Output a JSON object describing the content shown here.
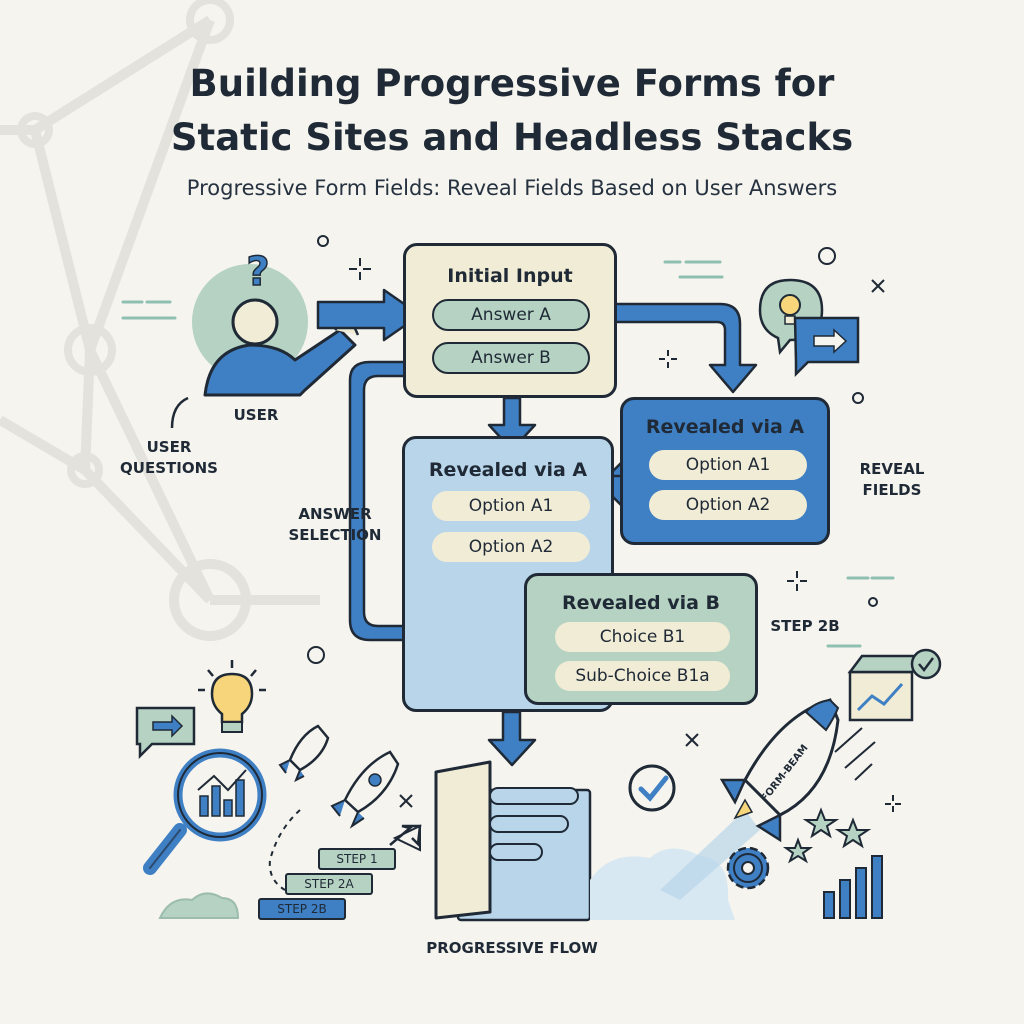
{
  "header": {
    "title_line1": "Building Progressive Forms for",
    "title_line2": "Static Sites and Headless Stacks",
    "subtitle": "Progressive Form Fields: Reveal Fields Based on User Answers"
  },
  "boxes": {
    "initial": {
      "title": "Initial Input",
      "options": [
        "Answer A",
        "Answer B"
      ]
    },
    "revealed_a_right": {
      "title": "Revealed via A",
      "options": [
        "Option A1",
        "Option A2"
      ]
    },
    "revealed_a_center": {
      "title": "Revealed via A",
      "options": [
        "Option A1",
        "Option A2"
      ]
    },
    "revealed_b": {
      "title": "Revealed via B",
      "options": [
        "Choice B1",
        "Sub-Choice B1a"
      ]
    }
  },
  "labels": {
    "user": "USER",
    "user_questions_line1": "USER",
    "user_questions_line2": "QUESTIONS",
    "answer_selection_line1": "ANSWER",
    "answer_selection_line2": "SELECTION",
    "reveal_fields_line1": "REVEAL",
    "reveal_fields_line2": "FIELDS",
    "step_2b_side": "STEP 2B",
    "progressive_flow": "PROGRESSIVE FLOW",
    "rocket": "FORM-BEAM"
  },
  "steps": [
    "STEP 1",
    "STEP 2A",
    "STEP 2B"
  ],
  "colors": {
    "ink": "#1f2a36",
    "blue": "#3f7fc3",
    "light_blue": "#b9d5ea",
    "sage": "#b5d2c2",
    "cream": "#f1ecd6",
    "background": "#f5f4ef"
  },
  "icons": [
    "user-icon",
    "question-mark-icon",
    "lightbulb-icon",
    "arrow-chat-icon",
    "magnifier-chart-icon",
    "rocket-icon",
    "checkmark-icon",
    "gear-icon",
    "star-icon",
    "bar-chart-icon",
    "package-chart-icon"
  ]
}
